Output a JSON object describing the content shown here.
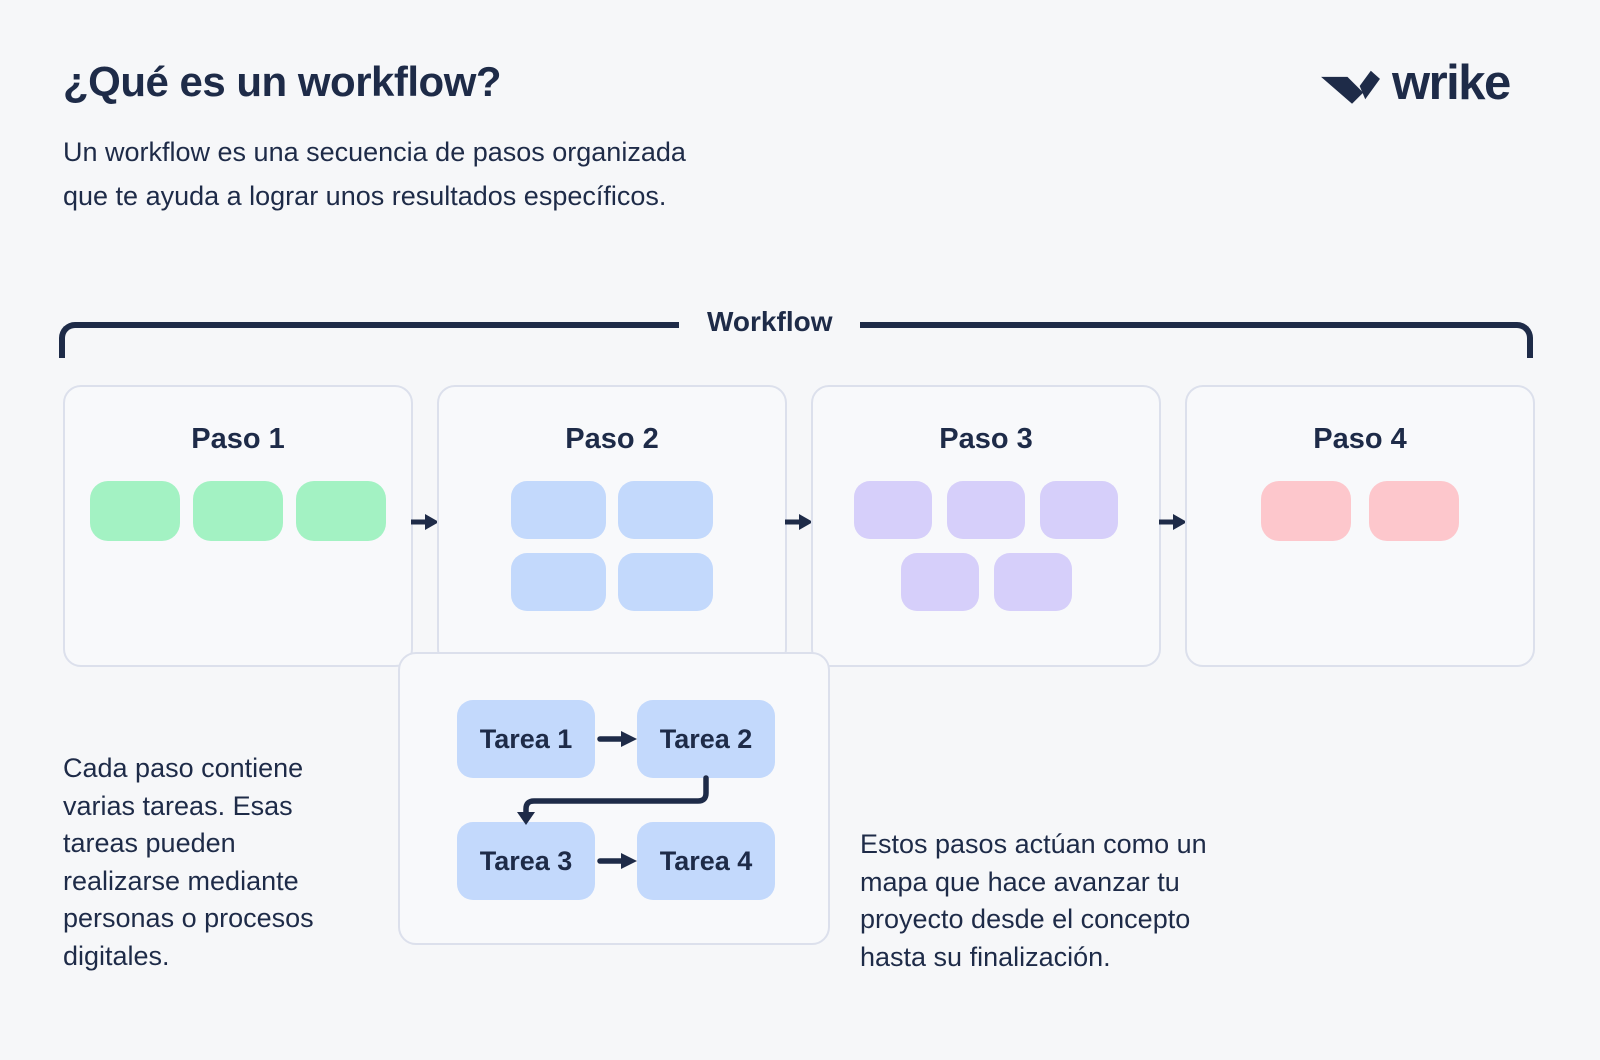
{
  "page": {
    "background": "#F6F7F9",
    "text_color": "#1E2B48",
    "title": "¿Qué es un workflow?",
    "subtitle": "Un workflow es una secuencia de pasos organizada\nque te ayuda a lograr unos resultados específicos."
  },
  "logo": {
    "brand": "wrike",
    "color": "#1B2944"
  },
  "bracket": {
    "label": "Workflow"
  },
  "steps": [
    {
      "label": "Paso 1",
      "block_color": "#A3F2C3",
      "rows": [
        3
      ]
    },
    {
      "label": "Paso 2",
      "block_color": "#C3D9FC",
      "rows": [
        2,
        2
      ]
    },
    {
      "label": "Paso 3",
      "block_color": "#D6CFFA",
      "rows": [
        3,
        2
      ]
    },
    {
      "label": "Paso 4",
      "block_color": "#FDC7CC",
      "rows": [
        2
      ]
    }
  ],
  "detail": {
    "tasks": [
      "Tarea 1",
      "Tarea 2",
      "Tarea 3",
      "Tarea 4"
    ],
    "task_color": "#C3D9FC"
  },
  "captions": {
    "left": "Cada paso contiene\nvarias tareas. Esas\ntareas pueden\nrealizarse mediante\npersonas o procesos\ndigitales.",
    "right": "Estos pasos actúan como un\nmapa que hace avanzar tu\nproyecto desde el concepto\nhasta su finalización."
  },
  "style": {
    "card_background": "#F8F9FB",
    "card_border": "#DCE0EC",
    "arrow_color": "#1E2B48"
  }
}
